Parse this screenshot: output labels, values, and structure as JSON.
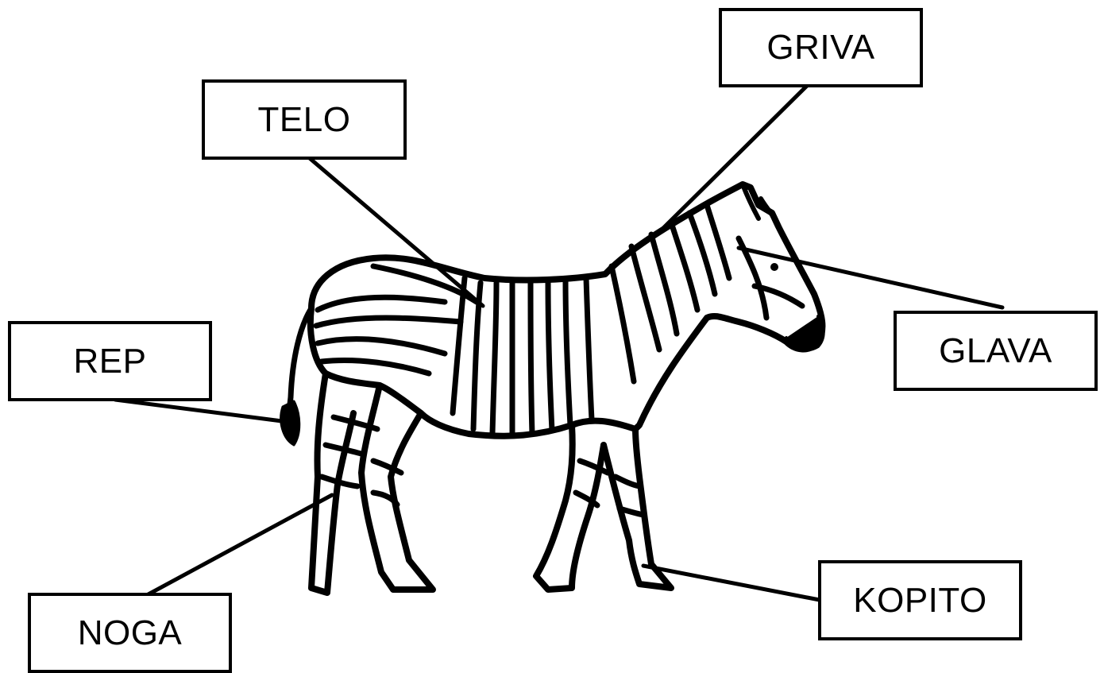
{
  "labels": {
    "griva": "GRIVA",
    "telo": "TELO",
    "rep": "REP",
    "glava": "GLAVA",
    "noga": "NOGA",
    "kopito": "KOPITO"
  },
  "colors": {
    "ink": "#000000",
    "background": "#ffffff"
  }
}
